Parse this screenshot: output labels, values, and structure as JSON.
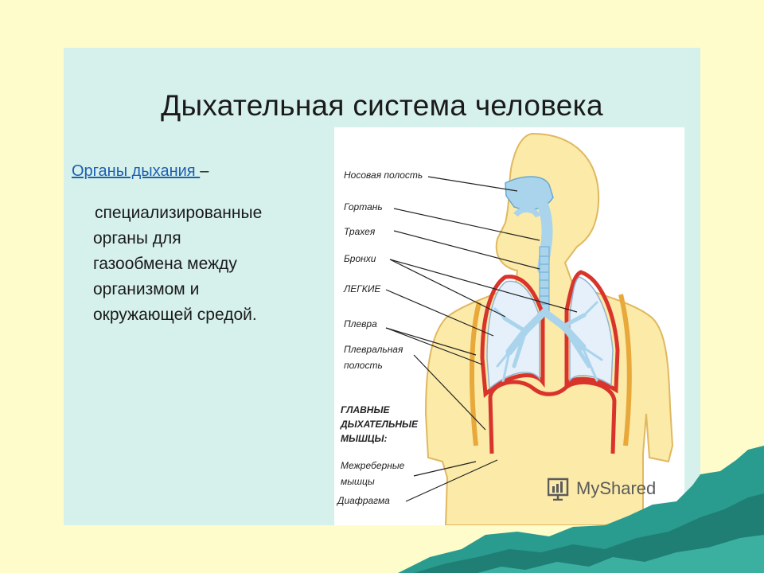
{
  "slide": {
    "title": "Дыхательная система человека",
    "term_link": "Органы дыхания ",
    "term_dash": "–",
    "definition_lines": [
      "специализированные",
      "органы для",
      "газообмена между",
      "организмом и",
      "окружающей средой."
    ]
  },
  "diagram": {
    "labels": {
      "nasal_cavity": "Носовая полость",
      "larynx": "Гортань",
      "trachea": "Трахея",
      "bronchi": "Бронхи",
      "lungs": "ЛЕГКИЕ",
      "pleura": "Плевра",
      "pleural_cavity_1": "Плевральная",
      "pleural_cavity_2": "полость",
      "main_muscles_1": "ГЛАВНЫЕ",
      "main_muscles_2": "ДЫХАТЕЛЬНЫЕ",
      "main_muscles_3": "МЫШЦЫ:",
      "intercostal_1": "Межреберные",
      "intercostal_2": "мышцы",
      "diaphragm": "Диафрагма"
    }
  },
  "watermark": {
    "text": "MyShared",
    "icon": "myshared-logo-icon"
  },
  "colors": {
    "background": "#FEFCCB",
    "panel": "#D6F1EC",
    "body": "#FBEAA8",
    "airway": "#A9D4EC",
    "lung": "#E6F0FA",
    "pleura": "#D9342B",
    "term_link": "#1d5fb0",
    "mountains": "#2A9C8F"
  }
}
